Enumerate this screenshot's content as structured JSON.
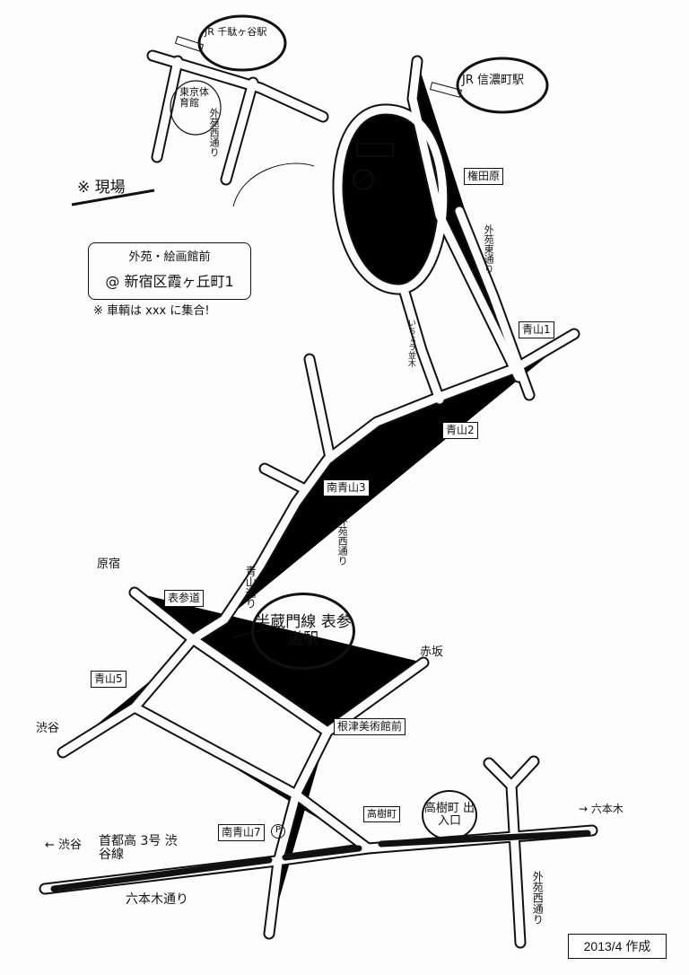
{
  "title_note": "※ 現場",
  "meeting": {
    "place": "外苑・絵画館前",
    "address": "@ 新宿区霞ヶ丘町1",
    "note": "※ 車輌は xxx に集合!"
  },
  "stations": {
    "sendagaya": "JR 千駄ヶ谷駅",
    "shinanomachi": "JR 信濃町駅",
    "omotesando": "半蔵門線 表参道駅",
    "takagicho_ramp": "高樹町 出入口"
  },
  "landmarks": {
    "gym": "東京体育館"
  },
  "roads": {
    "gaien_nishi_top": "外苑西通り",
    "gaien_higashi": "外苑東通り",
    "icho": "いちょう並木",
    "gaien_nishi_mid": "外苑西通り",
    "aoyama": "青山通り",
    "expressway": "首都高 3号 渋谷線",
    "roppongi": "六本木通り",
    "gaien_nishi_bottom": "外苑西通り"
  },
  "intersections": [
    "権田原",
    "青山1",
    "青山2",
    "南青山3",
    "表参道",
    "青山5",
    "根津美術館前",
    "南青山7",
    "高樹町"
  ],
  "directions": {
    "harajuku": "原宿",
    "shibuya_mid": "渋谷",
    "akasaka": "赤坂",
    "roppongi": "→ 六本木",
    "shibuya_bottom": "← 渋谷"
  },
  "parking": "P",
  "credit": "2013/4 作成"
}
